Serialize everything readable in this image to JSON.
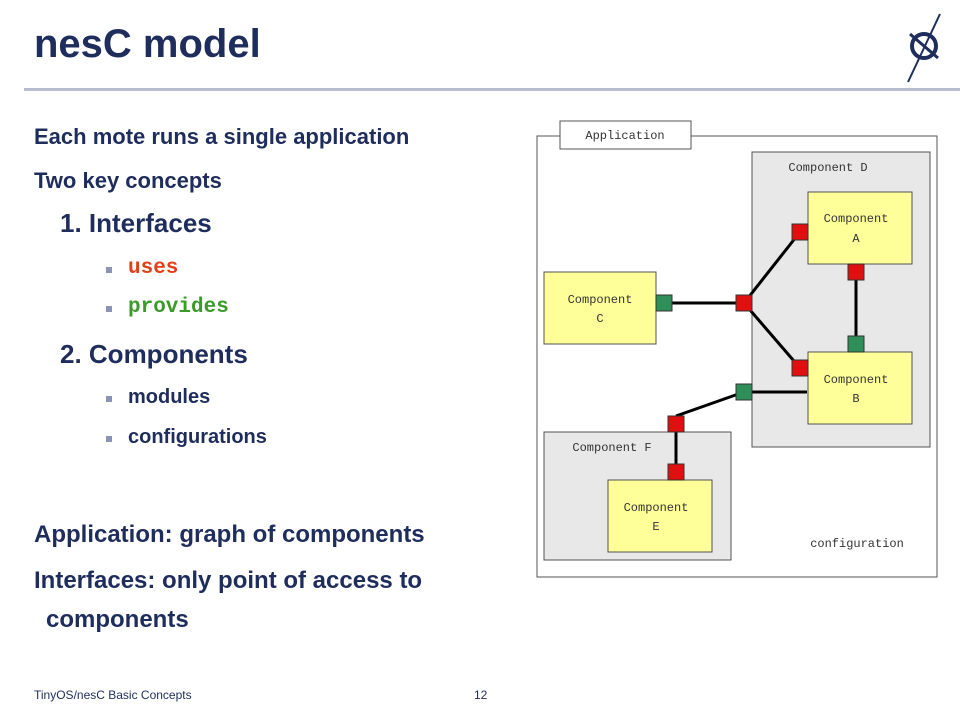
{
  "title": "nesC model",
  "left": {
    "line1": "Each mote runs a single application",
    "line2": "Two key concepts",
    "item1": "1. Interfaces",
    "item1_sub": [
      "uses",
      "provides"
    ],
    "item2": "2. Components",
    "item2_sub": [
      "modules",
      "configurations"
    ],
    "summary1": "Application: graph of components",
    "summary2a": "Interfaces: only point of access to",
    "summary2b": "components"
  },
  "diagram": {
    "application_tab": "Application",
    "component_d": "Component D",
    "component_f": "Component F",
    "configuration": "configuration",
    "comp_a": [
      "Component",
      "A"
    ],
    "comp_b": [
      "Component",
      "B"
    ],
    "comp_c": [
      "Component",
      "C"
    ],
    "comp_e": [
      "Component",
      "E"
    ]
  },
  "colors": {
    "uses": "#e0411c",
    "provides": "#3a9a2a",
    "uses_port": "#e01010",
    "provides_port": "#2f8f5a",
    "component_fill": "#ffff99",
    "group_fill": "#e8e8e8"
  },
  "footer": {
    "left": "TinyOS/nesC Basic Concepts",
    "page": "12"
  }
}
